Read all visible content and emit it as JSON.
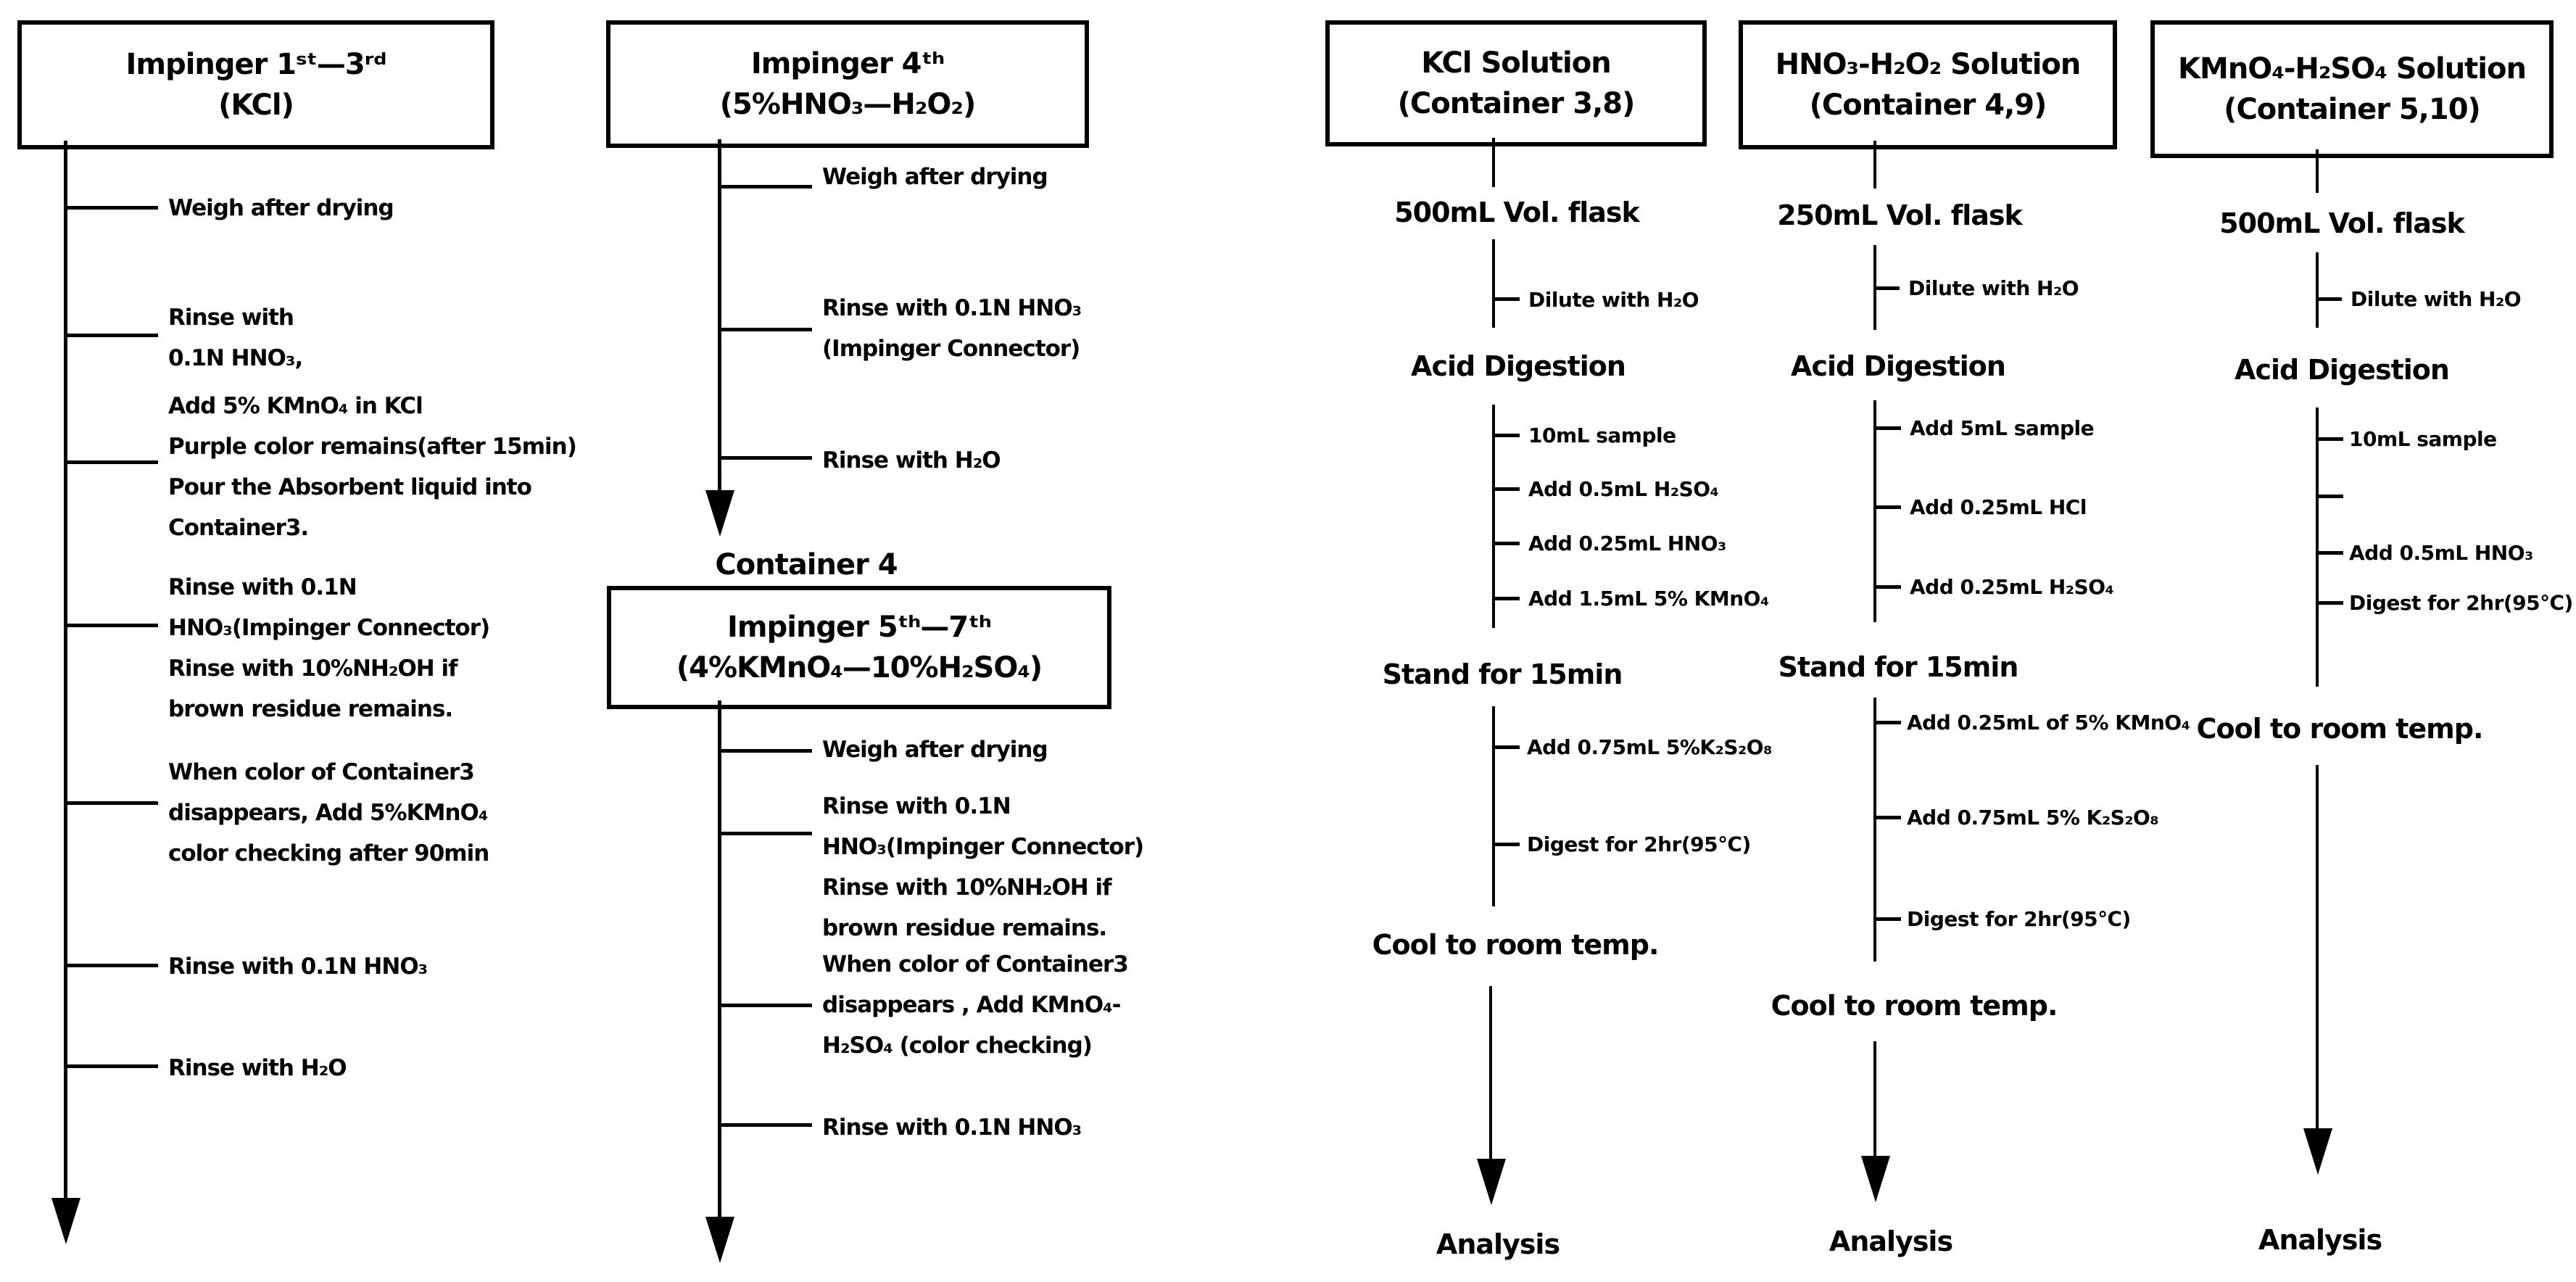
{
  "colors": {
    "ink": "#000000",
    "background": "#ffffff"
  },
  "col1": {
    "box_line1": "Impinger 1ˢᵗ—3ʳᵈ",
    "box_line2": "(KCl)",
    "steps": [
      "Weigh after drying",
      "Rinse with\n0.1N HNO₃,",
      "Add 5% KMnO₄ in KCl\nPurple color remains(after 15min)\nPour the Absorbent liquid into\nContainer3.",
      "Rinse with 0.1N\nHNO₃(Impinger Connector)\nRinse with 10%NH₂OH if\nbrown residue remains.",
      "When color of Container3\ndisappears, Add 5%KMnO₄\ncolor checking after 90min",
      "Rinse with 0.1N HNO₃",
      "Rinse with H₂O"
    ]
  },
  "col2": {
    "box1_line1": "Impinger 4ᵗʰ",
    "box1_line2": "(5%HNO₃—H₂O₂)",
    "steps_top": [
      "Weigh after drying",
      "Rinse with 0.1N HNO₃\n(Impinger Connector)",
      "Rinse with H₂O"
    ],
    "container_label": "Container 4",
    "box2_line1": "Impinger 5ᵗʰ—7ᵗʰ",
    "box2_line2": "(4%KMnO₄—10%H₂SO₄)",
    "steps_bottom": [
      "Weigh after drying",
      "Rinse with 0.1N\nHNO₃(Impinger Connector)\nRinse with 10%NH₂OH if\nbrown residue remains.",
      "When color of Container3\ndisappears , Add KMnO₄-\nH₂SO₄ (color checking)",
      "Rinse with 0.1N HNO₃"
    ]
  },
  "col3": {
    "box_line1": "KCl Solution",
    "box_line2": "(Container 3,8)",
    "flask": "500mL Vol. flask",
    "dilute": "Dilute with H₂O",
    "acid_heading": "Acid Digestion",
    "digestion_steps": [
      "10mL sample",
      "Add 0.5mL H₂SO₄",
      "Add 0.25mL HNO₃",
      "Add 1.5mL 5% KMnO₄"
    ],
    "stand_heading": "Stand for 15min",
    "stand_steps": [
      "Add 0.75mL 5%K₂S₂O₈",
      "Digest for 2hr(95℃)"
    ],
    "cool_heading": "Cool to room temp.",
    "analysis": "Analysis"
  },
  "col4": {
    "box_line1": "HNO₃-H₂O₂ Solution",
    "box_line2": "(Container 4,9)",
    "flask": "250mL Vol. flask",
    "dilute": "Dilute with H₂O",
    "acid_heading": "Acid Digestion",
    "digestion_steps": [
      "Add 5mL sample",
      "Add 0.25mL HCl",
      "Add 0.25mL H₂SO₄"
    ],
    "stand_heading": "Stand for 15min",
    "stand_steps": [
      "Add 0.25mL of 5% KMnO₄",
      "Add 0.75mL 5% K₂S₂O₈",
      "Digest for 2hr(95℃)"
    ],
    "cool_heading": "Cool to room temp.",
    "analysis": "Analysis"
  },
  "col5": {
    "box_line1": "KMnO₄-H₂SO₄ Solution",
    "box_line2": "(Container 5,10)",
    "flask": "500mL Vol. flask",
    "dilute": "Dilute with H₂O",
    "acid_heading": "Acid Digestion",
    "digestion_steps": [
      "10mL sample",
      "",
      "Add 0.5mL HNO₃",
      "Digest for 2hr(95℃)"
    ],
    "cool_heading": "Cool to room temp.",
    "analysis": "Analysis"
  }
}
